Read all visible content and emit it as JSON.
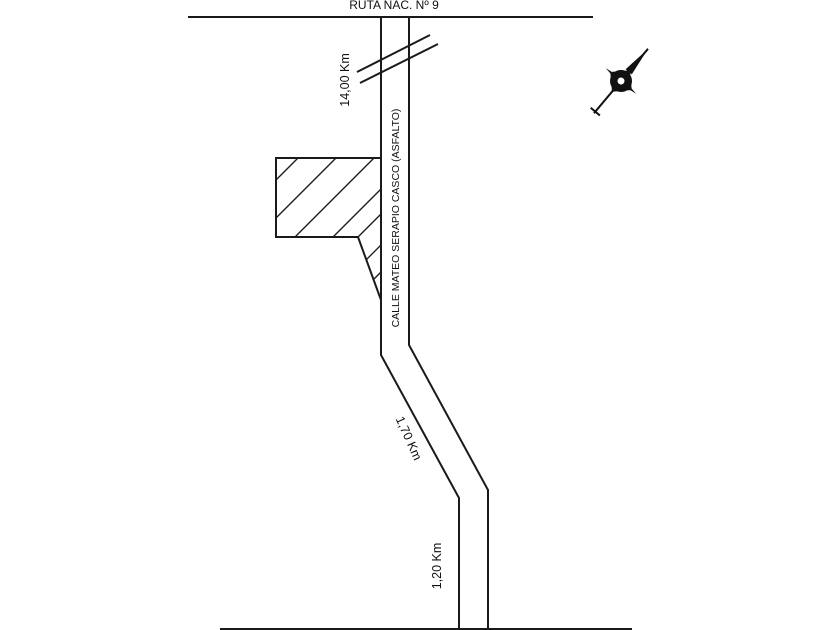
{
  "map": {
    "top_road_label": "RUTA NAC. Nº 9",
    "street_label": "CALLE MATEO SERAPIO CASCO (ASFALTO)",
    "distances": {
      "top_segment": "14,00 Km",
      "middle_segment": "1,70 Km",
      "bottom_segment": "1,20 Km"
    },
    "north_arrow_icon": "compass-rose-icon",
    "colors": {
      "line": "#1a1a1a",
      "background": "#ffffff"
    }
  }
}
